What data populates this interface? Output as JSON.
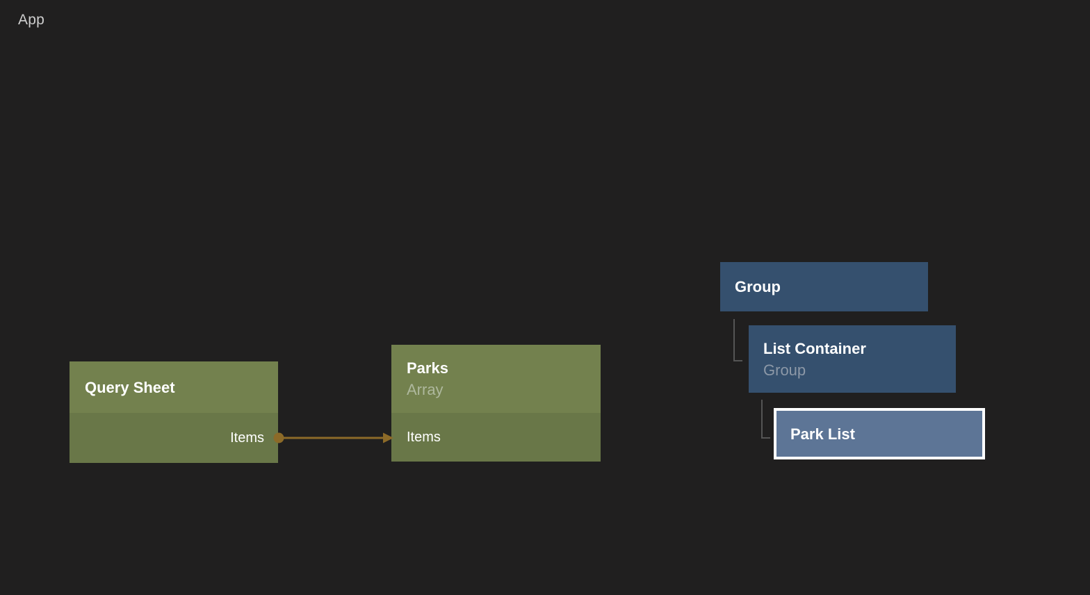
{
  "app_label": "App",
  "nodes": {
    "query_sheet": {
      "title": "Query Sheet",
      "port_label": "Items"
    },
    "parks": {
      "title": "Parks",
      "subtitle": "Array",
      "port_label": "Items"
    },
    "group": {
      "title": "Group"
    },
    "list_container": {
      "title": "List Container",
      "subtitle": "Group"
    },
    "park_list": {
      "title": "Park List",
      "selected": true
    }
  },
  "connection": {
    "from_port": "Items",
    "to_port": "Items"
  },
  "colors": {
    "background": "#201f1f",
    "green_header": "#73814e",
    "green_body": "#697748",
    "blue_node": "#35506e",
    "blue_selected": "#5d7596",
    "connection": "#8c6a28",
    "tree_line": "#555555",
    "selection_border": "#ffffff",
    "title_text": "#ffffff",
    "subtitle_green": "#aeb89d",
    "subtitle_blue": "#8c98a7",
    "app_label_text": "#cfcfcf"
  }
}
